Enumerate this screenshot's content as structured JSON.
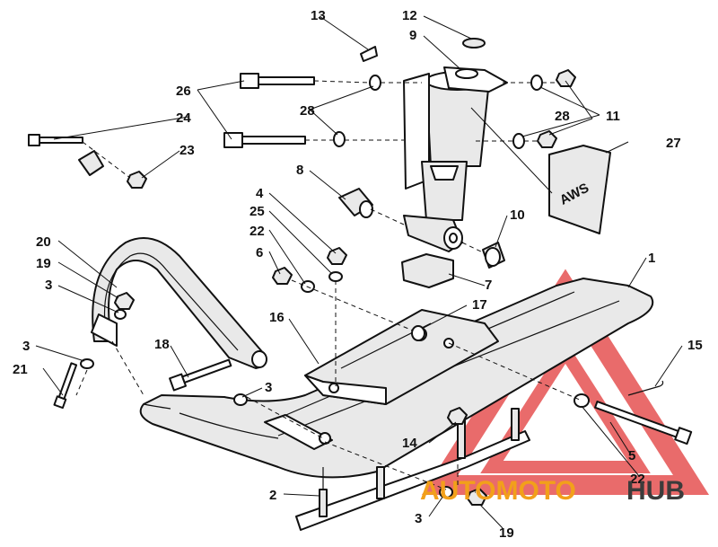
{
  "callouts": {
    "c1": "1",
    "c2": "2",
    "c3a": "3",
    "c3b": "3",
    "c3c": "3",
    "c3d": "3",
    "c4": "4",
    "c5": "5",
    "c6": "6",
    "c7": "7",
    "c8": "8",
    "c9": "9",
    "c10": "10",
    "c11": "11",
    "c12": "12",
    "c13": "13",
    "c14": "14",
    "c15": "15",
    "c16": "16",
    "c17": "17",
    "c18": "18",
    "c19a": "19",
    "c19b": "19",
    "c20": "20",
    "c21": "21",
    "c22a": "22",
    "c22b": "22",
    "c23": "23",
    "c24": "24",
    "c25": "25",
    "c26": "26",
    "c27": "27",
    "c28a": "28",
    "c28b": "28"
  },
  "decal_text": "AWS",
  "watermark": {
    "brand_part1": "AUTOMOTO",
    "brand_part2": "HUB",
    "colors": {
      "triangle": "#e23a3a",
      "part1": "#f2a01a",
      "part2": "#3b3b3b"
    }
  },
  "icons": [
    "shock-absorber",
    "ski",
    "mounting-bracket",
    "bolt",
    "nut",
    "washer",
    "bushing",
    "decal",
    "watermark-triangle"
  ]
}
